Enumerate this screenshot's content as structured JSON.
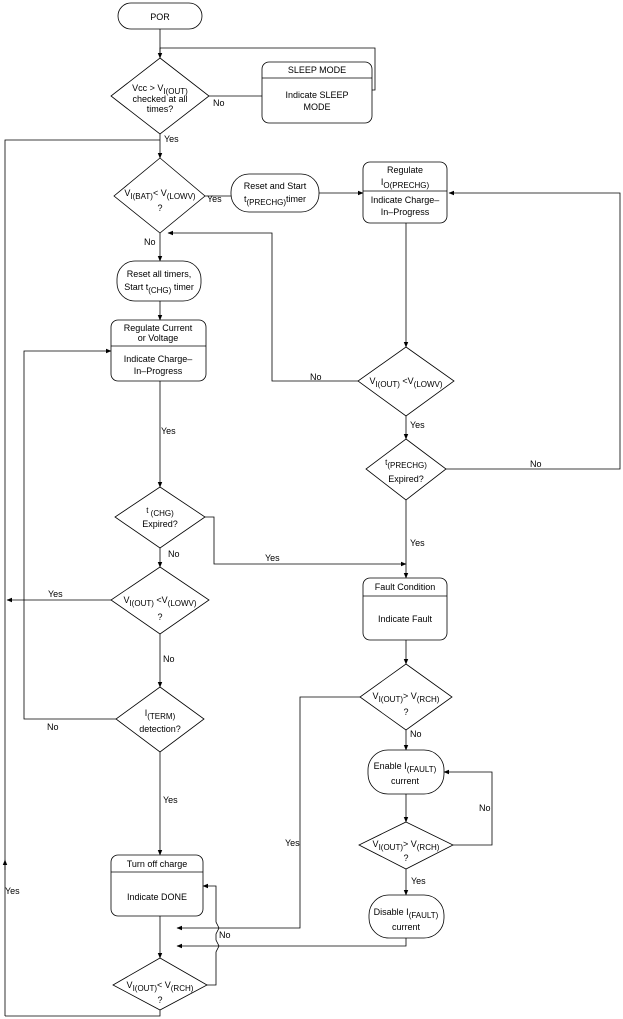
{
  "nodes": {
    "por": "POR",
    "vcc_check": [
      "Vcc > V",
      "I(OUT)",
      "checked at all",
      "times?"
    ],
    "sleep_title": "SLEEP MODE",
    "sleep_body": [
      "Indicate SLEEP",
      "MODE"
    ],
    "vbat_check": [
      "V",
      "I(BAT)",
      "< V",
      "(LOWV)",
      "?"
    ],
    "reset_prechg": [
      "Reset and Start",
      "t",
      "(PRECHG)",
      "timer"
    ],
    "reg_prechg_title": [
      "Regulate",
      "I",
      "O(PRECHG)"
    ],
    "reg_prechg_body": [
      "Indicate Charge–",
      "In–Progress"
    ],
    "reset_all": [
      "Reset all timers,",
      "Start t",
      "(CHG)",
      " timer"
    ],
    "reg_cv_title": [
      "Regulate Current",
      "or Voltage"
    ],
    "reg_cv_body": [
      "Indicate Charge–",
      "In–Progress"
    ],
    "vout_lowv_right": [
      "V",
      "I(OUT)",
      " <V",
      "(LOWV)"
    ],
    "prechg_expired": [
      "t",
      "(PRECHG)",
      "Expired?"
    ],
    "chg_expired": [
      "t",
      " (CHG)",
      "Expired?"
    ],
    "vout_lowv_left": [
      "V",
      "I(OUT)",
      " <V",
      "(LOWV)",
      "?"
    ],
    "fault_title": "Fault Condition",
    "fault_body": "Indicate Fault",
    "vout_rch_fault": [
      "V",
      "I(OUT)",
      "> V",
      "(RCH)",
      "?"
    ],
    "term_detect": [
      "I",
      "(TERM)",
      "detection?"
    ],
    "enable_fault": [
      "Enable I",
      "(FAULT)",
      "current"
    ],
    "vout_rch_2": [
      "V",
      "I(OUT)",
      "> V",
      "(RCH)",
      "?"
    ],
    "turn_off_title": "Turn off charge",
    "turn_off_body": "Indicate DONE",
    "disable_fault": [
      "Disable I",
      "(FAULT)",
      "current"
    ],
    "vout_rch_done": [
      "V",
      "I(OUT)",
      "< V",
      "(RCH)",
      "?"
    ]
  },
  "labels": {
    "yes": "Yes",
    "no": "No"
  }
}
